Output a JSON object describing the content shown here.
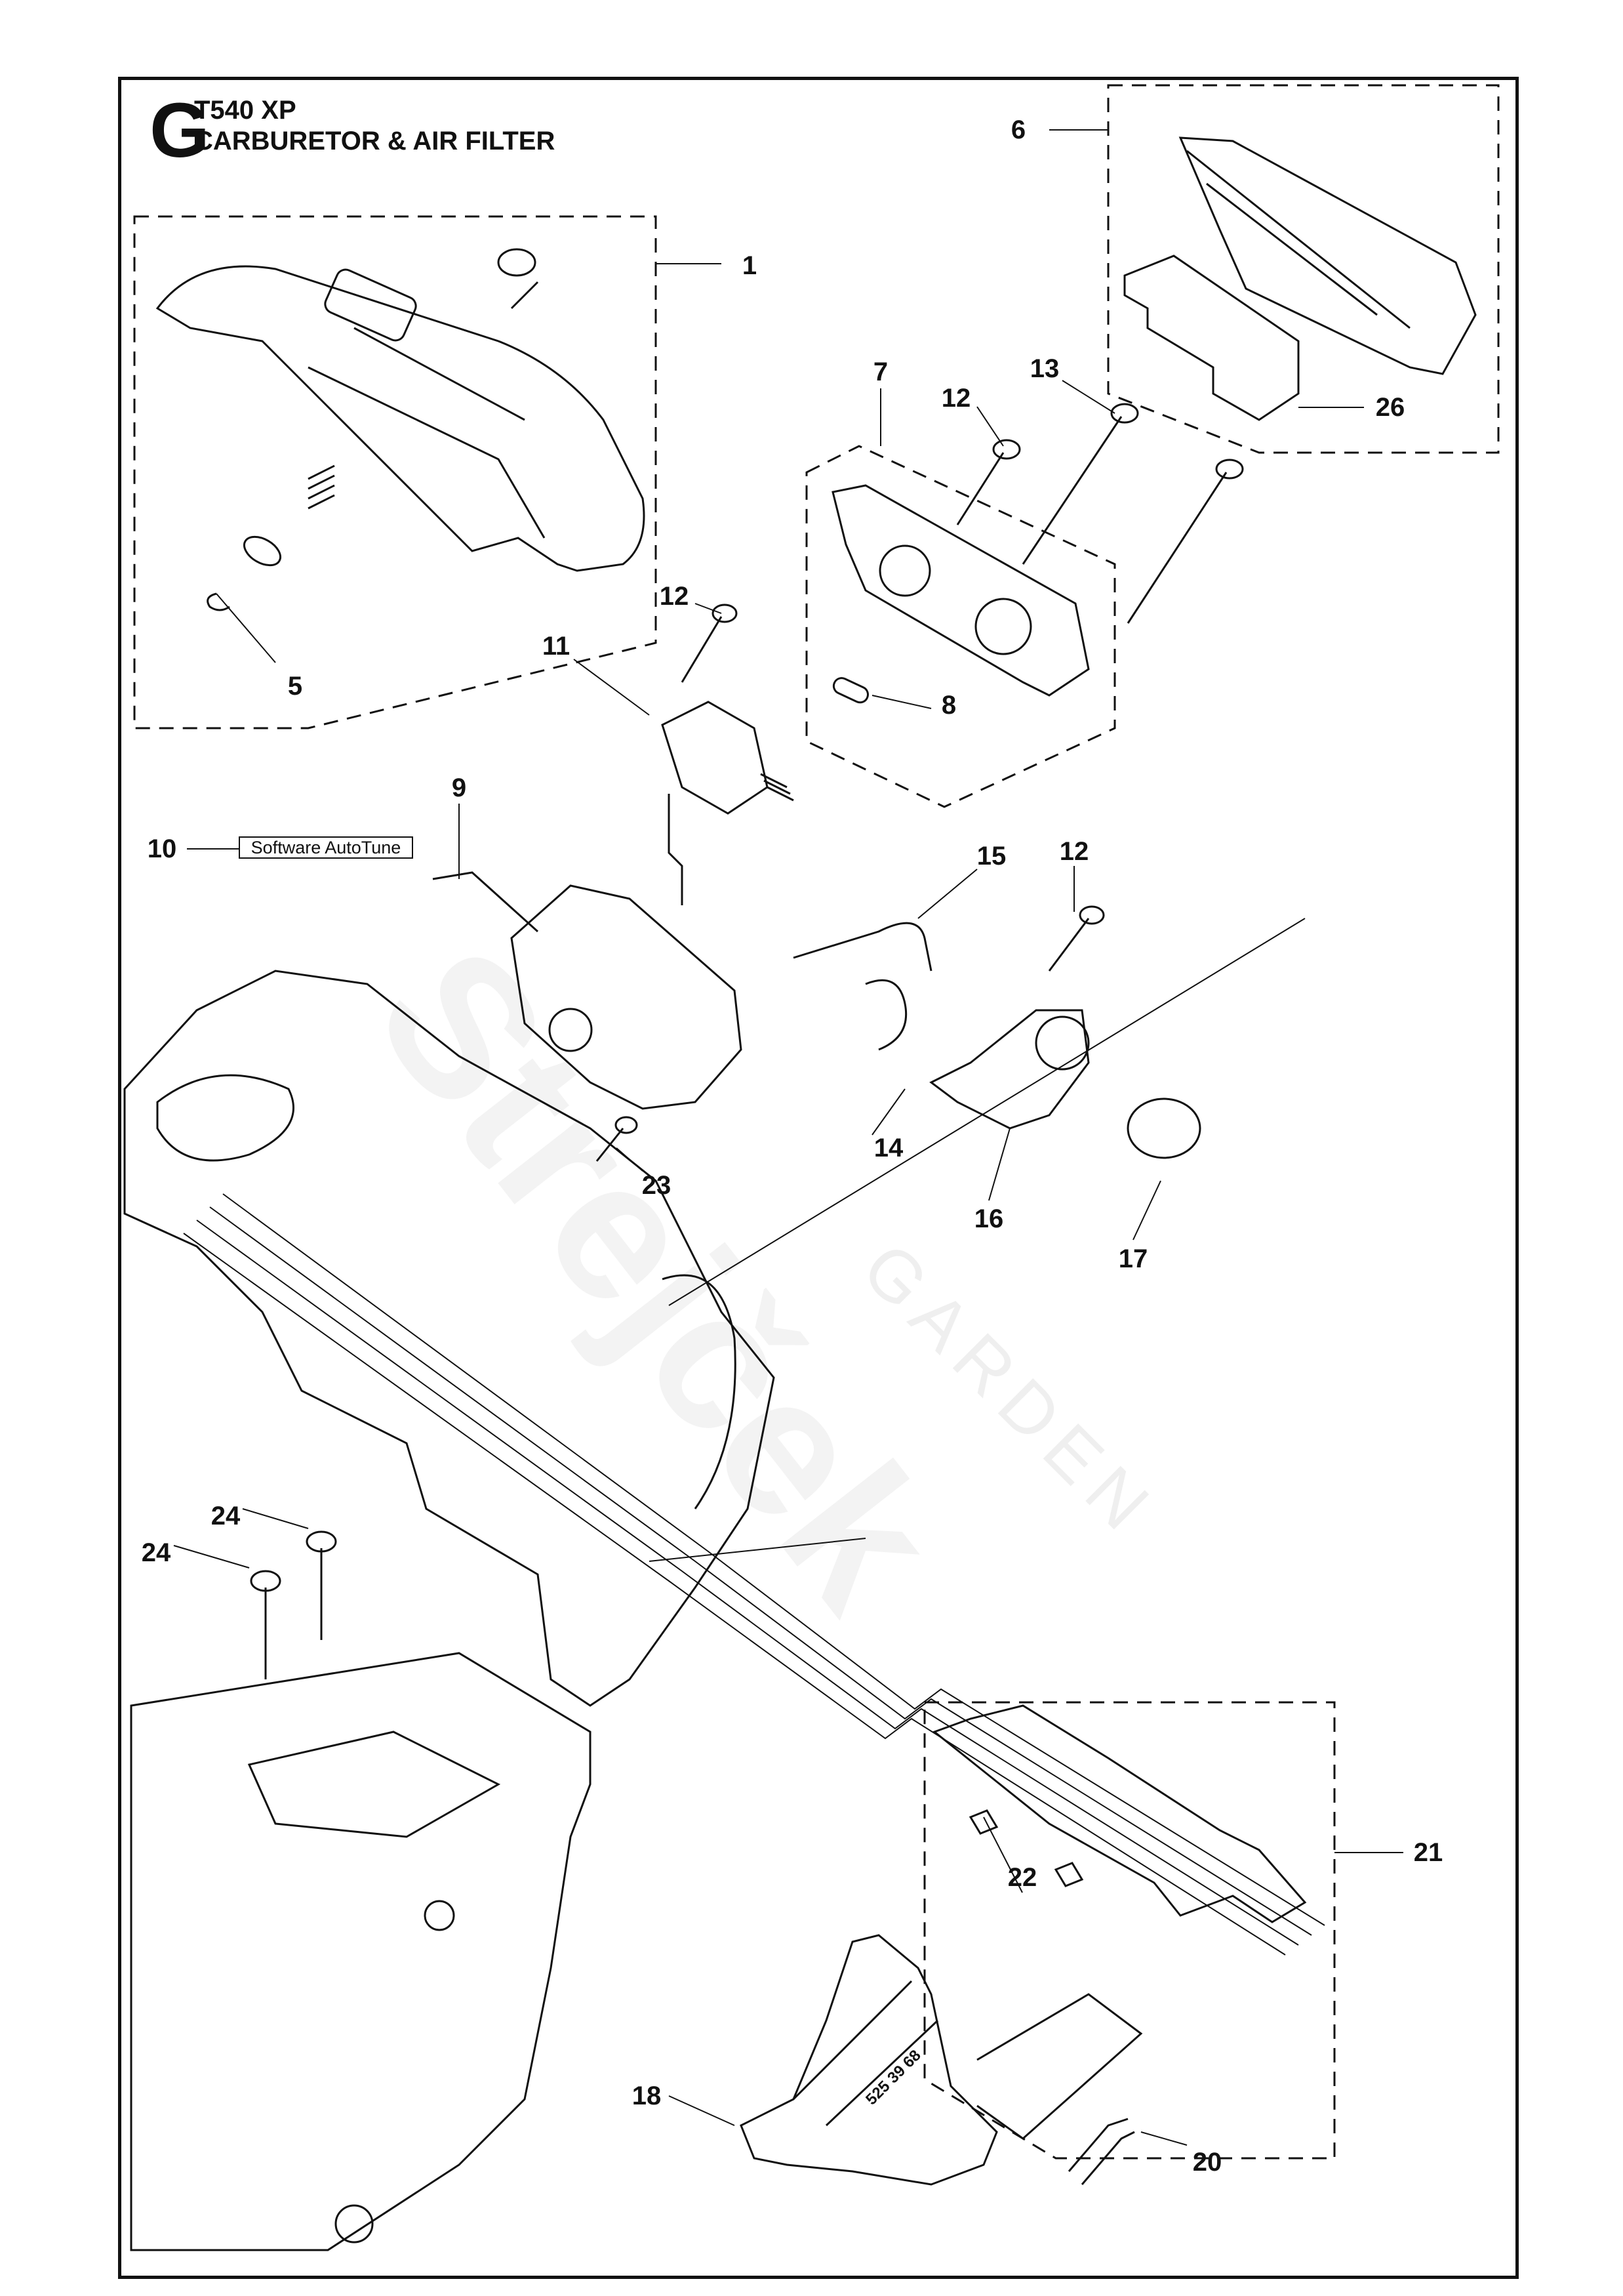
{
  "header": {
    "section_letter": "G",
    "model": "T540 XP",
    "title": "CARBURETOR & AIR FILTER"
  },
  "note": {
    "callout": "10",
    "text": "Software AutoTune"
  },
  "part_stamps": {
    "intake_number": "525 39 68"
  },
  "watermark": {
    "brand": "Strejček",
    "sub": "GARDEN"
  },
  "callouts": [
    {
      "id": "1",
      "part": "cylinder-cover-assembly"
    },
    {
      "id": "5",
      "part": "retaining-clip"
    },
    {
      "id": "6",
      "part": "air-filter-assembly"
    },
    {
      "id": "7",
      "part": "carburetor-flange-assembly"
    },
    {
      "id": "12",
      "part": "screw"
    },
    {
      "id": "13",
      "part": "screw"
    },
    {
      "id": "26",
      "part": "filter-foam"
    },
    {
      "id": "12",
      "part": "screw"
    },
    {
      "id": "11",
      "part": "solenoid-valve"
    },
    {
      "id": "8",
      "part": "gasket"
    },
    {
      "id": "9",
      "part": "throttle-lever"
    },
    {
      "id": "10",
      "part": "software-autotune"
    },
    {
      "id": "15",
      "part": "fuel-hose"
    },
    {
      "id": "12",
      "part": "screw"
    },
    {
      "id": "14",
      "part": "fuel-hose"
    },
    {
      "id": "23",
      "part": "screw"
    },
    {
      "id": "16",
      "part": "primer-holder"
    },
    {
      "id": "17",
      "part": "primer-bulb"
    },
    {
      "id": "24",
      "part": "screw"
    },
    {
      "id": "24",
      "part": "screw"
    },
    {
      "id": "21",
      "part": "carburetor-holder-assembly"
    },
    {
      "id": "22",
      "part": "nut"
    },
    {
      "id": "18",
      "part": "intake-manifold"
    },
    {
      "id": "20",
      "part": "hose"
    }
  ]
}
